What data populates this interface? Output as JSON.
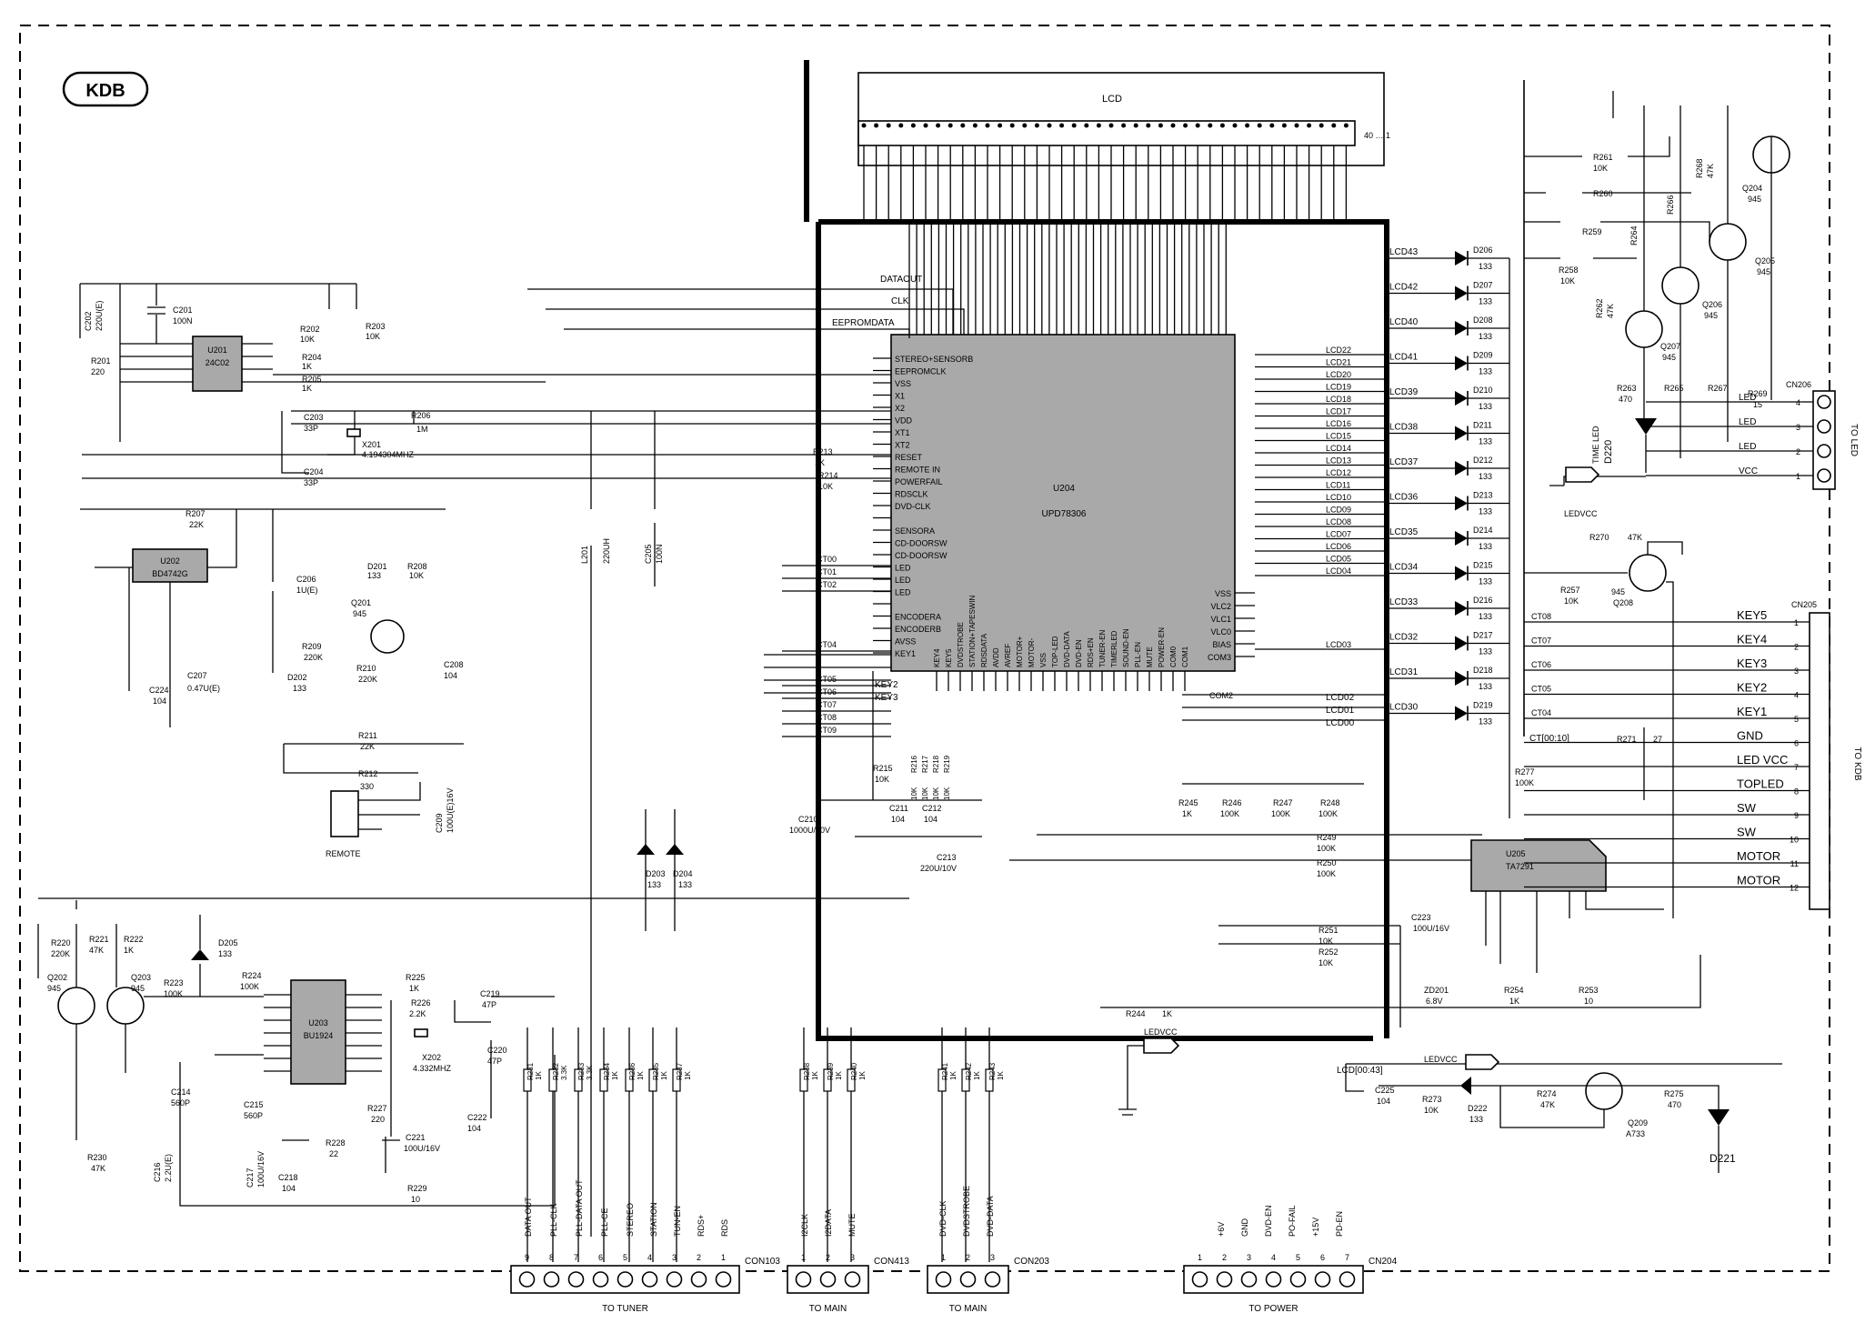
{
  "title": "KDB",
  "lcd": {
    "label": "LCD"
  },
  "chips": {
    "u204": {
      "ref": "U204",
      "part": "UPD78306"
    },
    "u201": {
      "ref": "U201",
      "part": "24C02"
    },
    "u202": {
      "ref": "U202",
      "part": "BD4742G"
    },
    "u203": {
      "ref": "U203",
      "part": "BU1924"
    },
    "u205": {
      "ref": "U205",
      "part": "TA7291"
    }
  },
  "u204_left_pins": [
    "STEREO+SENSORB",
    "EEPROMCLK",
    "VSS",
    "X1",
    "X2",
    "VDD",
    "XT1",
    "XT2",
    "RESET",
    "REMOTE IN",
    "POWERFAIL",
    "RDSCLK",
    "DVD-CLK",
    "",
    "SENSORA",
    "CD-DOORSW",
    "CD-DOORSW",
    "LED",
    "LED",
    "LED",
    "",
    "ENCODERA",
    "ENCODERB",
    "AVSS",
    "KEY1"
  ],
  "u204_right_pins": [
    "VSS",
    "VLC2",
    "VLC1",
    "VLC0",
    "BIAS",
    "COM3"
  ],
  "u204_top_nets": [
    "DATAOUT",
    "CLK",
    "EEPROMDATA"
  ],
  "u204_bottom_pins": [
    "KEY4",
    "KEY5",
    "DVDSTROBE",
    "STATION+TAPESWIN",
    "RDSDATA",
    "AVDD",
    "AVREF",
    "MOTOR+",
    "MOTOR-",
    "VSS",
    "TOP-LED",
    "DVD-DATA",
    "DVD-EN",
    "RDS+EN",
    "TUNER-EN",
    "TIMERLED",
    "SOUND-EN",
    "PLL-EN",
    "MUTE",
    "POWER-EN",
    "COM0",
    "COM1"
  ],
  "lcd_segments": [
    "LCD43",
    "LCD42",
    "LCD40",
    "LCD41",
    "LCD39",
    "LCD38",
    "LCD37",
    "LCD36",
    "LCD35",
    "LCD34",
    "LCD33",
    "LCD32",
    "LCD31",
    "LCD30"
  ],
  "led_diodes": [
    {
      "ref": "D206",
      "val": "133"
    },
    {
      "ref": "D207",
      "val": "133"
    },
    {
      "ref": "D208",
      "val": "133"
    },
    {
      "ref": "D209",
      "val": "133"
    },
    {
      "ref": "D210",
      "val": "133"
    },
    {
      "ref": "D211",
      "val": "133"
    },
    {
      "ref": "D212",
      "val": "133"
    },
    {
      "ref": "D213",
      "val": "133"
    },
    {
      "ref": "D214",
      "val": "133"
    },
    {
      "ref": "D215",
      "val": "133"
    },
    {
      "ref": "D216",
      "val": "133"
    },
    {
      "ref": "D217",
      "val": "133"
    },
    {
      "ref": "D218",
      "val": "133"
    },
    {
      "ref": "D219",
      "val": "133"
    }
  ],
  "lcd_nets_right": [
    "LCD22",
    "LCD21",
    "LCD20",
    "LCD19",
    "LCD18",
    "LCD17",
    "LCD16",
    "LCD15",
    "LCD14",
    "LCD13",
    "LCD12",
    "LCD11",
    "LCD10",
    "LCD09",
    "LCD08",
    "LCD07",
    "LCD06",
    "LCD05",
    "LCD04",
    "",
    "",
    "",
    "",
    "",
    "LCD03"
  ],
  "ct_nets": [
    "CT00",
    "CT01",
    "CT02",
    "CT04",
    "CT05",
    "CT06",
    "CT07",
    "CT08",
    "CT09"
  ],
  "connectors": {
    "cn205": {
      "ref": "CN205",
      "title": "TO KDB",
      "pins": [
        {
          "n": "1",
          "net": "CT08",
          "label": "KEY5"
        },
        {
          "n": "2",
          "net": "CT07",
          "label": "KEY4"
        },
        {
          "n": "3",
          "net": "CT06",
          "label": "KEY3"
        },
        {
          "n": "4",
          "net": "CT05",
          "label": "KEY2"
        },
        {
          "n": "5",
          "net": "CT04",
          "label": "KEY1"
        },
        {
          "n": "6",
          "net": "",
          "label": "GND"
        },
        {
          "n": "7",
          "net": "",
          "label": "LED VCC"
        },
        {
          "n": "8",
          "net": "",
          "label": "TOPLED"
        },
        {
          "n": "9",
          "net": "",
          "label": "SW"
        },
        {
          "n": "10",
          "net": "",
          "label": "SW"
        },
        {
          "n": "11",
          "net": "",
          "label": "MOTOR"
        },
        {
          "n": "12",
          "net": "",
          "label": "MOTOR"
        }
      ]
    },
    "cn206": {
      "ref": "CN206",
      "title": "TO LED",
      "pins": [
        {
          "n": "4",
          "label": "LED"
        },
        {
          "n": "3",
          "label": "LED"
        },
        {
          "n": "2",
          "label": "LED"
        },
        {
          "n": "1",
          "label": "VCC"
        }
      ]
    },
    "con103": {
      "ref": "CON103",
      "title": "TO TUNER",
      "signals": [
        "DATA OUT",
        "PLL-CLK",
        "PLL-DATA OUT",
        "PLL-CE",
        "STEREO",
        "STATION",
        "TUN-EN",
        "RDS+",
        "RDS"
      ],
      "pins": [
        "9",
        "8",
        "7",
        "6",
        "5",
        "4",
        "3",
        "2",
        "1"
      ]
    },
    "con413": {
      "ref": "CON413",
      "title": "TO MAIN",
      "signals": [
        "I2CLK",
        "I2DATA",
        "MUTE"
      ],
      "pins": [
        "1",
        "2",
        "3"
      ]
    },
    "con203": {
      "ref": "CON203",
      "title": "TO MAIN",
      "signals": [
        "DVD-CLK",
        "DVDSTROBE",
        "DVD-DATA"
      ],
      "pins": [
        "1",
        "2",
        "3"
      ]
    },
    "cn204": {
      "ref": "CN204",
      "title": "TO POWER",
      "signals": [
        "+6V",
        "GND",
        "DVD-EN",
        "PO-FAIL",
        "+15V",
        "PD-EN"
      ],
      "pins": [
        "1",
        "2",
        "3",
        "4",
        "5",
        "6",
        "7"
      ]
    }
  },
  "parts": {
    "c201": {
      "ref": "C201",
      "val": "100N"
    },
    "c202": {
      "ref": "C202",
      "val": "220U(E)"
    },
    "r201": {
      "ref": "R201",
      "val": "220"
    },
    "r202": {
      "ref": "R202",
      "val": "10K"
    },
    "r203": {
      "ref": "R203",
      "val": "10K"
    },
    "r204": {
      "ref": "R204",
      "val": "1K"
    },
    "r205": {
      "ref": "R205",
      "val": "1K"
    },
    "r206": {
      "ref": "R206",
      "val": "1M"
    },
    "c203": {
      "ref": "C203",
      "val": "33P"
    },
    "c204": {
      "ref": "C204",
      "val": "33P"
    },
    "x201": {
      "ref": "X201",
      "val": "4.194304MHZ"
    },
    "r207": {
      "ref": "R207",
      "val": "22K"
    },
    "c206": {
      "ref": "C206",
      "val": "1U(E)"
    },
    "d201": {
      "ref": "D201",
      "val": "133"
    },
    "r208": {
      "ref": "R208",
      "val": "10K"
    },
    "q201": {
      "ref": "Q201",
      "val": "945"
    },
    "r209": {
      "ref": "R209",
      "val": "220K"
    },
    "r210": {
      "ref": "R210",
      "val": "220K"
    },
    "d202": {
      "ref": "D202",
      "val": "133"
    },
    "c208": {
      "ref": "C208",
      "val": "104"
    },
    "c224": {
      "ref": "C224",
      "val": "104"
    },
    "c207": {
      "ref": "C207",
      "val": "0.47U(E)"
    },
    "r211": {
      "ref": "R211",
      "val": "22K"
    },
    "r212": {
      "ref": "R212",
      "val": "330"
    },
    "c209": {
      "ref": "C209",
      "val": "100U(E)16V"
    },
    "remote": {
      "label": "REMOTE"
    },
    "r213": {
      "ref": "R213",
      "val": "1K"
    },
    "r214": {
      "ref": "R214",
      "val": "10K"
    },
    "l201": {
      "ref": "L201",
      "val": "220UH"
    },
    "c205": {
      "ref": "C205",
      "val": "100N"
    },
    "r215": {
      "ref": "R215",
      "val": "10K"
    },
    "c210": {
      "ref": "C210",
      "val": "1000U/10V"
    },
    "c211": {
      "ref": "C211",
      "val": "104"
    },
    "c212": {
      "ref": "C212",
      "val": "104"
    },
    "c213": {
      "ref": "C213",
      "val": "220U/10V"
    },
    "d203": {
      "ref": "D203",
      "val": "133"
    },
    "d204": {
      "ref": "D204",
      "val": "133"
    },
    "r245": {
      "ref": "R245",
      "val": "1K"
    },
    "r246": {
      "ref": "R246",
      "val": "100K"
    },
    "r247": {
      "ref": "R247",
      "val": "100K"
    },
    "r248": {
      "ref": "R248",
      "val": "100K"
    },
    "r277": {
      "ref": "R277",
      "val": "100K"
    },
    "r249": {
      "ref": "R249",
      "val": "100K"
    },
    "r250": {
      "ref": "R250",
      "val": "100K"
    },
    "r251": {
      "ref": "R251",
      "val": "10K"
    },
    "r252": {
      "ref": "R252",
      "val": "10K"
    },
    "c223": {
      "ref": "C223",
      "val": "100U/16V"
    },
    "zd201": {
      "ref": "ZD201",
      "val": "6.8V"
    },
    "r254": {
      "ref": "R254",
      "val": "1K"
    },
    "r253": {
      "ref": "R253",
      "val": "10"
    },
    "r244": {
      "ref": "R244",
      "val": "1K"
    },
    "r220": {
      "ref": "R220",
      "val": "220K"
    },
    "r221": {
      "ref": "R221",
      "val": "47K"
    },
    "r222": {
      "ref": "R222",
      "val": "1K"
    },
    "q202": {
      "ref": "Q202",
      "val": "945"
    },
    "q203": {
      "ref": "Q203",
      "val": "945"
    },
    "r223": {
      "ref": "R223",
      "val": "100K"
    },
    "r224": {
      "ref": "R224",
      "val": "100K"
    },
    "d205": {
      "ref": "D205",
      "val": "133"
    },
    "r225": {
      "ref": "R225",
      "val": "1K"
    },
    "r226": {
      "ref": "R226",
      "val": "2.2K"
    },
    "c219": {
      "ref": "C219",
      "val": "47P"
    },
    "c220": {
      "ref": "C220",
      "val": "47P"
    },
    "x202": {
      "ref": "X202",
      "val": "4.332MHZ"
    },
    "r227": {
      "ref": "R227",
      "val": "220"
    },
    "c214": {
      "ref": "C214",
      "val": "560P"
    },
    "c215": {
      "ref": "C215",
      "val": "560P"
    },
    "r228": {
      "ref": "R228",
      "val": "22"
    },
    "c221": {
      "ref": "C221",
      "val": "100U/16V"
    },
    "c222": {
      "ref": "C222",
      "val": "104"
    },
    "c216": {
      "ref": "C216",
      "val": "2.2U(E)"
    },
    "c217": {
      "ref": "C217",
      "val": "100U/16V"
    },
    "c218": {
      "ref": "C218",
      "val": "104"
    },
    "r229": {
      "ref": "R229",
      "val": "10"
    },
    "r230": {
      "ref": "R230",
      "val": "47K"
    },
    "r231": {
      "ref": "R231",
      "val": "1K"
    },
    "r232": {
      "ref": "R232",
      "val": "3.3K"
    },
    "r233": {
      "ref": "R233",
      "val": "3.3K"
    },
    "r234": {
      "ref": "R234",
      "val": "1K"
    },
    "r236": {
      "ref": "R236",
      "val": "1K"
    },
    "r235": {
      "ref": "R235",
      "val": "1K"
    },
    "r237": {
      "ref": "R237",
      "val": "1K"
    },
    "r238": {
      "ref": "R238",
      "val": "1K"
    },
    "r239": {
      "ref": "R239",
      "val": "1K"
    },
    "r240": {
      "ref": "R240",
      "val": "1K"
    },
    "r241": {
      "ref": "R241",
      "val": "1K"
    },
    "r242": {
      "ref": "R242",
      "val": "1K"
    },
    "r243": {
      "ref": "R243",
      "val": "1K"
    },
    "c225": {
      "ref": "C225",
      "val": "104"
    },
    "r273": {
      "ref": "R273",
      "val": "10K"
    },
    "d222": {
      "ref": "D222",
      "val": "133"
    },
    "r274": {
      "ref": "R274",
      "val": "47K"
    },
    "q209": {
      "ref": "Q209",
      "val": "A733"
    },
    "r275": {
      "ref": "R275",
      "val": "470"
    },
    "d221": {
      "ref": "D221",
      "val": ""
    },
    "r261": {
      "ref": "R261",
      "val": "10K"
    },
    "r260": {
      "ref": "R260",
      "val": ""
    },
    "r259": {
      "ref": "R259",
      "val": ""
    },
    "r258": {
      "ref": "R258",
      "val": "10K"
    },
    "r262": {
      "ref": "R262",
      "val": "47K"
    },
    "r264": {
      "ref": "R264",
      "val": ""
    },
    "r266": {
      "ref": "R266",
      "val": ""
    },
    "r268": {
      "ref": "R268",
      "val": "47K"
    },
    "q204": {
      "ref": "Q204",
      "val": "945"
    },
    "q205": {
      "ref": "Q205",
      "val": "945"
    },
    "q206": {
      "ref": "Q206",
      "val": "945"
    },
    "q207": {
      "ref": "Q207",
      "val": "945"
    },
    "r263": {
      "ref": "R263",
      "val": "470"
    },
    "r265": {
      "ref": "R265",
      "val": ""
    },
    "r267": {
      "ref": "R267",
      "val": ""
    },
    "r269": {
      "ref": "R269",
      "val": "15"
    },
    "d220": {
      "ref": "D220",
      "val": "TIME LED"
    },
    "r270": {
      "ref": "R270",
      "val": "47K"
    },
    "r257": {
      "ref": "R257",
      "val": "10K"
    },
    "q208": {
      "ref": "Q208",
      "val": "945"
    },
    "r271": {
      "ref": "R271",
      "val": "27"
    },
    "r216": {
      "ref": "R216",
      "val": "10K"
    },
    "r217": {
      "ref": "R217",
      "val": "10K"
    },
    "r218": {
      "ref": "R218",
      "val": "10K"
    },
    "r219": {
      "ref": "R219",
      "val": "10K"
    }
  },
  "nets": {
    "ledvcc": "LEDVCC",
    "key2": "KEY2",
    "key3": "KEY3",
    "com2": "COM2",
    "lcdd00": "LCD00",
    "lcdd01": "LCD01",
    "lcdd02": "LCD02",
    "lcdbus": "LCD[00:43]",
    "ctbus": "CT[00:10]",
    "lcd_pins_label": "40 … 1"
  }
}
